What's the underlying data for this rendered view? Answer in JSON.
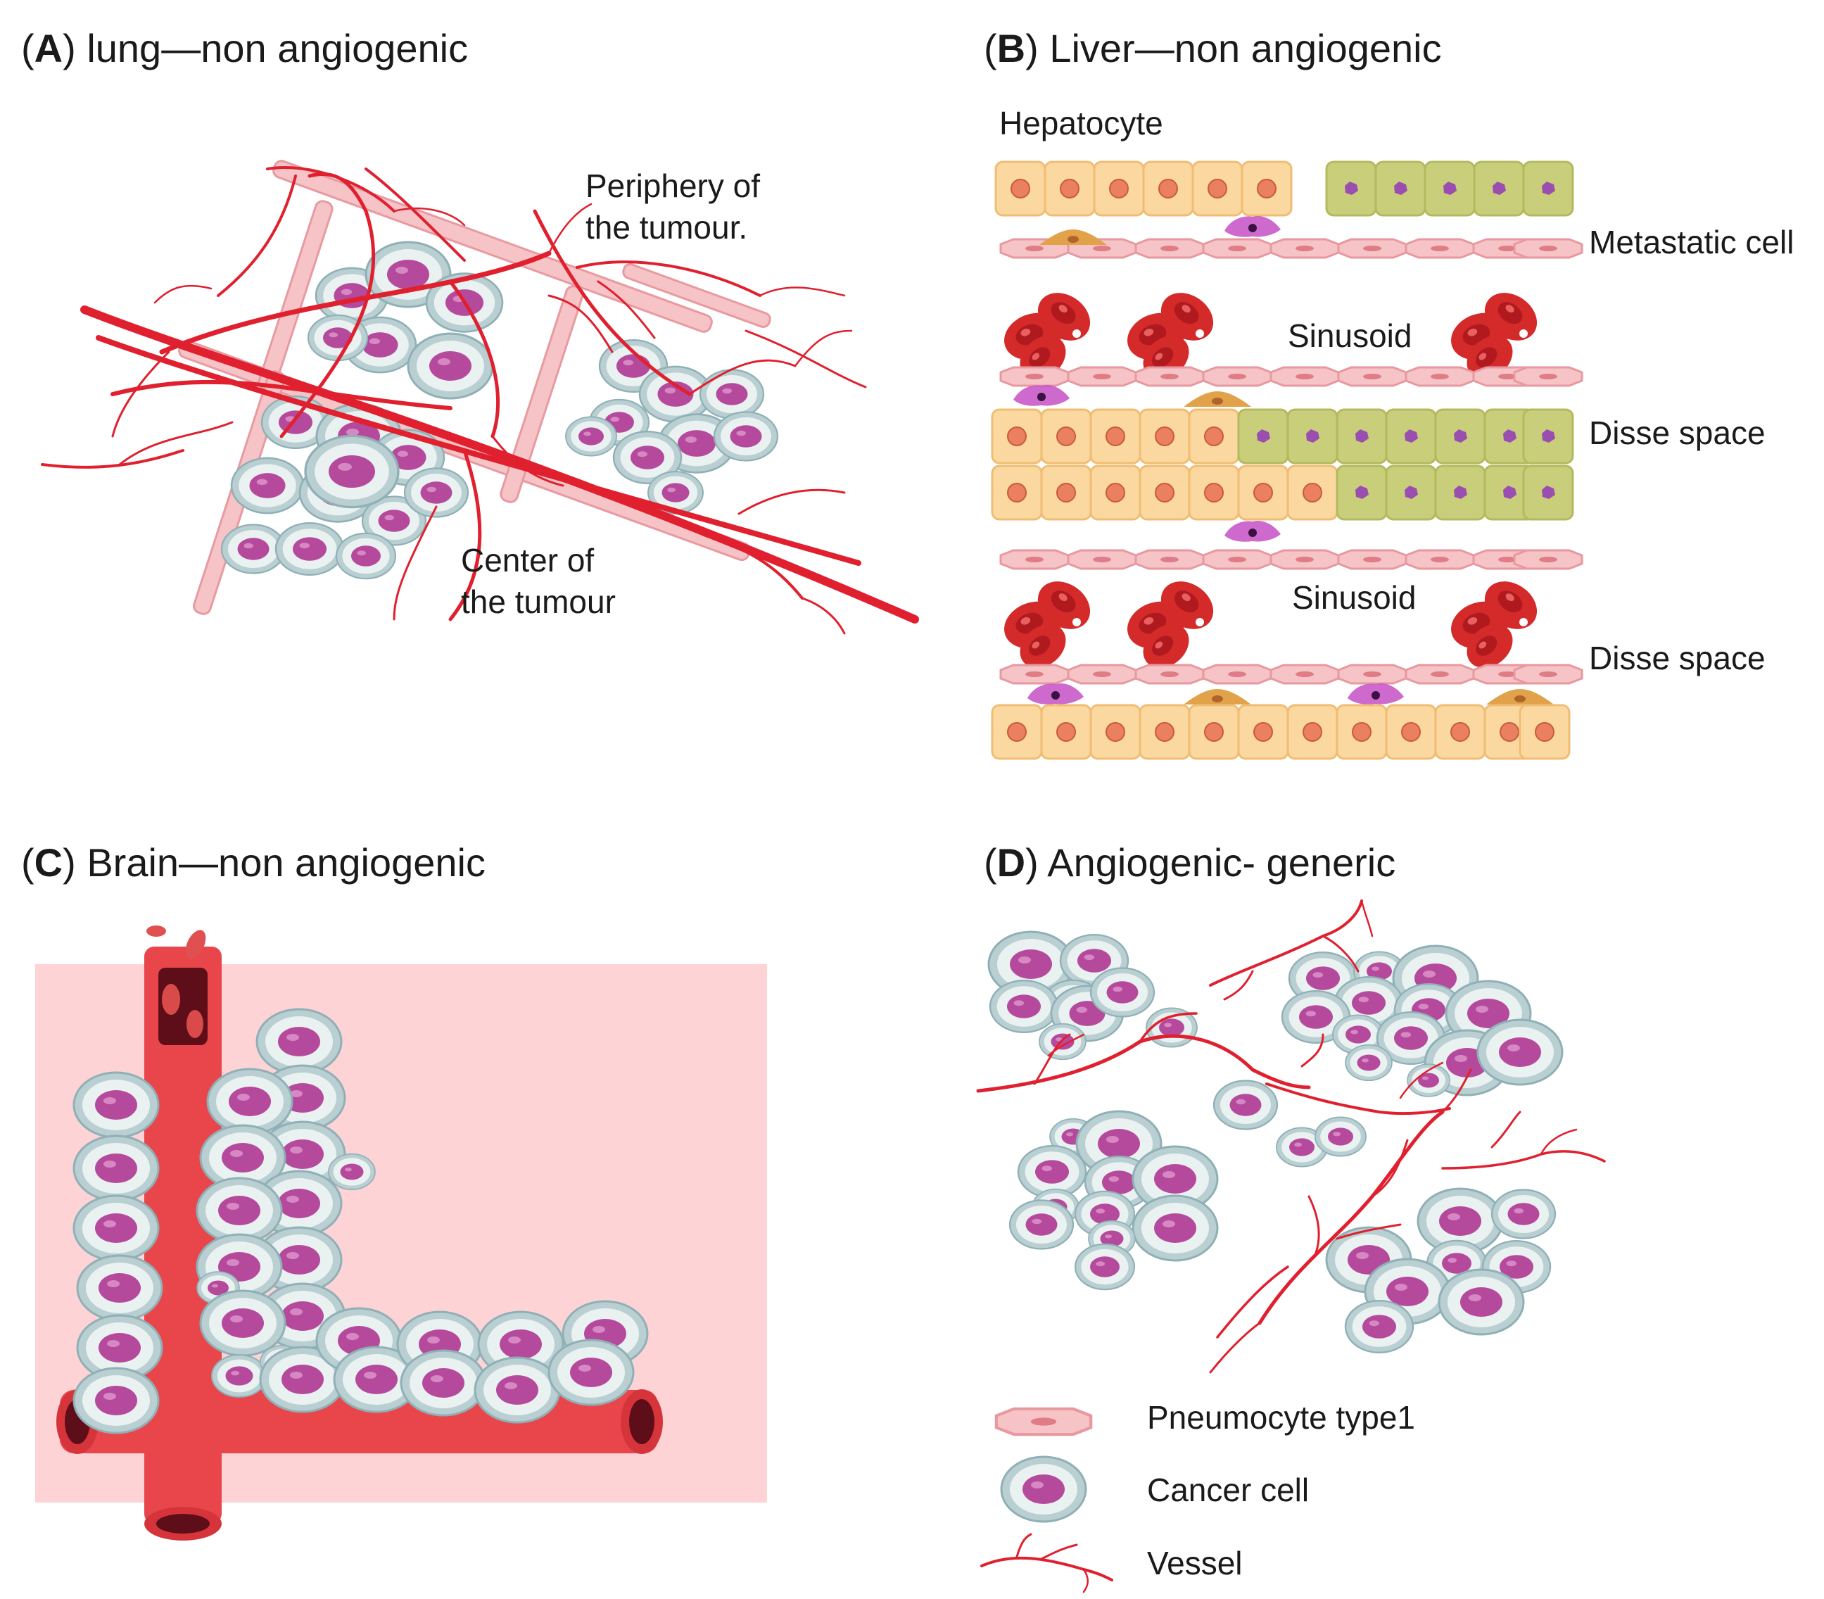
{
  "panels": {
    "a": {
      "letter": "A",
      "title": "lung—non angiogenic",
      "periphery": "Periphery of\nthe tumour.",
      "center": "Center of\nthe tumour"
    },
    "b": {
      "letter": "B",
      "title": "Liver—non angiogenic",
      "hepatocyte": "Hepatocyte",
      "metastatic": "Metastatic cell",
      "sinusoid_1": "Sinusoid",
      "sinusoid_2": "Sinusoid",
      "disse_1": "Disse space",
      "disse_2": "Disse space"
    },
    "c": {
      "letter": "C",
      "title": "Brain—non angiogenic"
    },
    "d": {
      "letter": "D",
      "title": "Angiogenic- generic"
    }
  },
  "legend": [
    {
      "label": "Pneumocyte type1",
      "icon": "pneumocyte-icon"
    },
    {
      "label": "Cancer cell",
      "icon": "cancer-cell-icon"
    },
    {
      "label": "Vessel",
      "icon": "vessel-icon"
    }
  ],
  "colors": {
    "vessel": "#e0202e",
    "cancer_outer": "#b9cfd2",
    "cancer_inner": "#e9f1f1",
    "nucleus": "#b54a9c",
    "hepatocyte": "#fbd8a0",
    "metastatic": "#c8ce7a",
    "rbc": "#d42a2a",
    "endothelium": "#f6c3c6",
    "brain_bg": "#fdd3d6",
    "brain_vessel": "#e9464c"
  }
}
